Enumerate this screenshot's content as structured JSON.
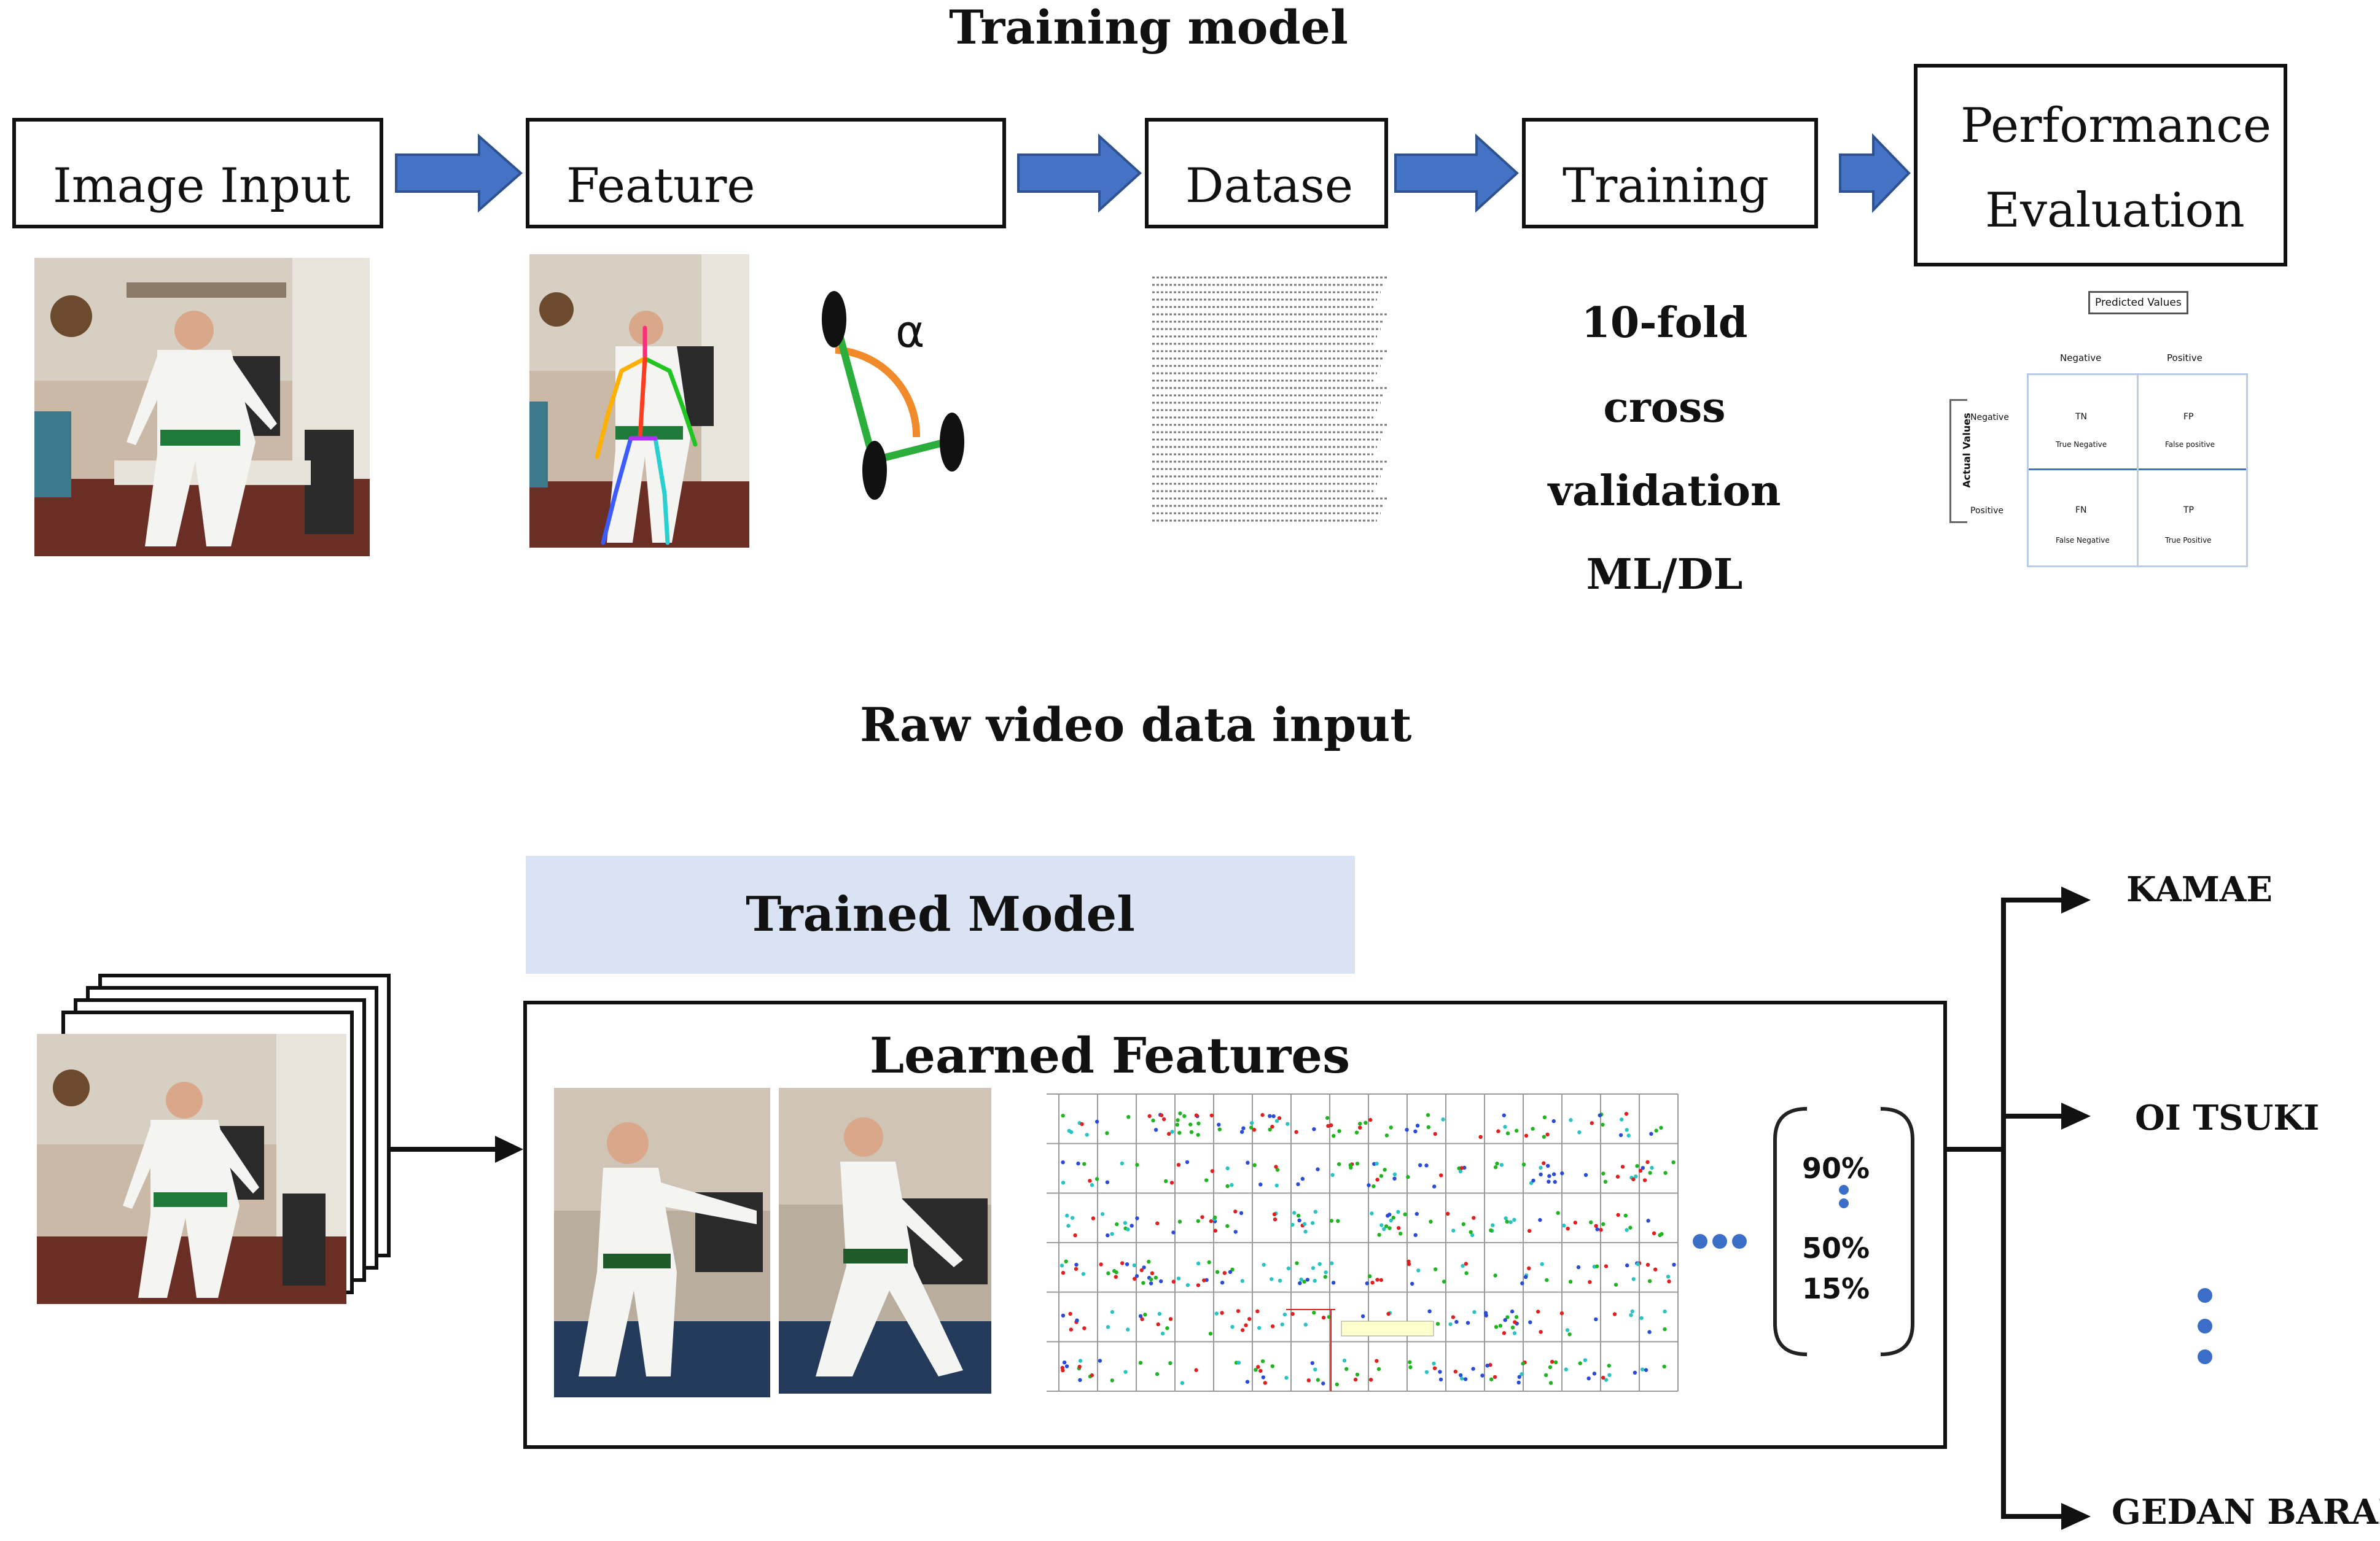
{
  "training": {
    "title": "Training model",
    "steps": [
      "Image Input",
      "Feature",
      "Datase",
      "Training"
    ],
    "performance": {
      "line1": "Performance",
      "line2": "Evaluation"
    },
    "angle_symbol": "α",
    "validation_lines": [
      "10-fold",
      "cross",
      "validation",
      "ML/DL"
    ],
    "confusion_matrix": {
      "header": "Predicted Values",
      "axis": "Actual Values",
      "cols": [
        "Negative",
        "Positive"
      ],
      "rows": [
        "Negative",
        "Positive"
      ],
      "cells": [
        {
          "abbr": "TN",
          "label": "True Negative"
        },
        {
          "abbr": "FP",
          "label": "False positive"
        },
        {
          "abbr": "FN",
          "label": "False Negative"
        },
        {
          "abbr": "TP",
          "label": "True Positive"
        }
      ]
    }
  },
  "inference": {
    "title": "Raw video data input",
    "trained_model": "Trained Model",
    "learned_features": "Learned Features",
    "scores": [
      "90%",
      "50%",
      "15%"
    ],
    "outputs": [
      "KAMAE",
      "OI TSUKI",
      "GEDAN BARAI"
    ]
  },
  "colors": {
    "arrow_fill": "#4472c4",
    "arrow_stroke": "#2f528f",
    "trained_model_bg": "#dae3f3",
    "dots": "#3a6ec7"
  }
}
